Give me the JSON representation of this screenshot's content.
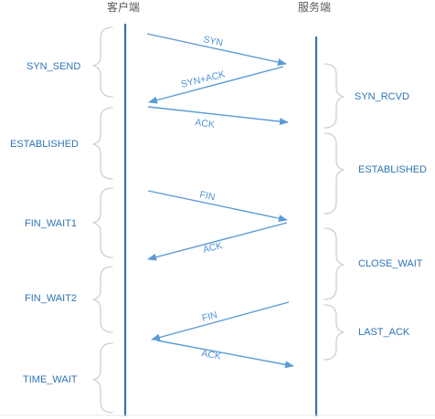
{
  "headers": {
    "client": "客户端",
    "server": "服务端"
  },
  "client_states": [
    "SYN_SEND",
    "ESTABLISHED",
    "FIN_WAIT1",
    "FIN_WAIT2",
    "TIME_WAIT"
  ],
  "server_states": [
    "SYN_RCVD",
    "ESTABLISHED",
    "CLOSE_WAIT",
    "LAST_ACK"
  ],
  "messages": [
    "SYN",
    "SYN+ACK",
    "ACK",
    "FIN",
    "ACK",
    "FIN",
    "ACK"
  ],
  "colors": {
    "lifeline": "#3a6fb0",
    "arrow": "#5a9bd5",
    "state_text": "#2e74b5",
    "brace": "#d0d0d0"
  }
}
